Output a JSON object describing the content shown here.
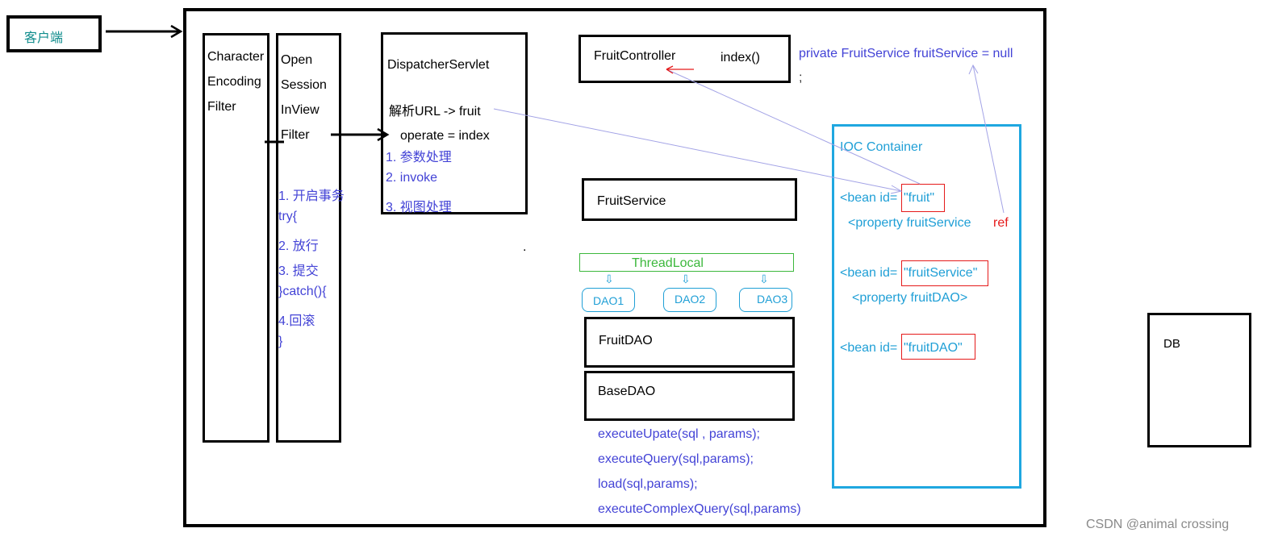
{
  "client": {
    "label": "客户端"
  },
  "filters": {
    "encoding": {
      "lines": [
        "Character",
        "Encoding",
        "Filter"
      ]
    },
    "osiv": {
      "lines": [
        "Open",
        "Session",
        "InView",
        "Filter"
      ],
      "steps": [
        "1. 开启事务",
        "try{",
        "2. 放行",
        "3. 提交",
        "}catch(){",
        "4.回滚",
        "}"
      ]
    }
  },
  "dispatcher": {
    "title": "DispatcherServlet",
    "parse": "解析URL -> fruit",
    "operate": "operate = index",
    "steps": [
      "1. 参数处理",
      "2. invoke",
      "3. 视图处理"
    ]
  },
  "controller": {
    "name": "FruitController",
    "method": "index()"
  },
  "field_decl": {
    "line1": "private FruitService fruitService = null",
    "line2": ";"
  },
  "service": {
    "name": "FruitService"
  },
  "threadlocal": {
    "label": "ThreadLocal",
    "arrow": "⇩",
    "daos": [
      "DAO1",
      "DAO2",
      "DAO3"
    ]
  },
  "fruit_dao": {
    "name": "FruitDAO"
  },
  "base_dao": {
    "name": "BaseDAO",
    "methods": [
      "executeUpate(sql , params);",
      "executeQuery(sql,params);",
      "load(sql,params);",
      "executeComplexQuery(sql,params)"
    ]
  },
  "ioc": {
    "title": "IOC Container",
    "bean_prefix": "<bean id=",
    "beans": [
      "\"fruit\"",
      "\"fruitService\"",
      "\"fruitDAO\""
    ],
    "properties": [
      "<property fruitService",
      "<property fruitDAO>"
    ],
    "ref_label": "ref"
  },
  "db": {
    "label": "DB"
  },
  "misc": {
    "dot": "."
  },
  "watermark": "CSDN @animal crossing",
  "colors": {
    "blue_text": "#4343d6",
    "cyan": "#1f9fd6",
    "red": "#e51a1a",
    "green": "#3cb83c",
    "teal": "#0f8c8c",
    "link_line": "#9f9fe0"
  }
}
